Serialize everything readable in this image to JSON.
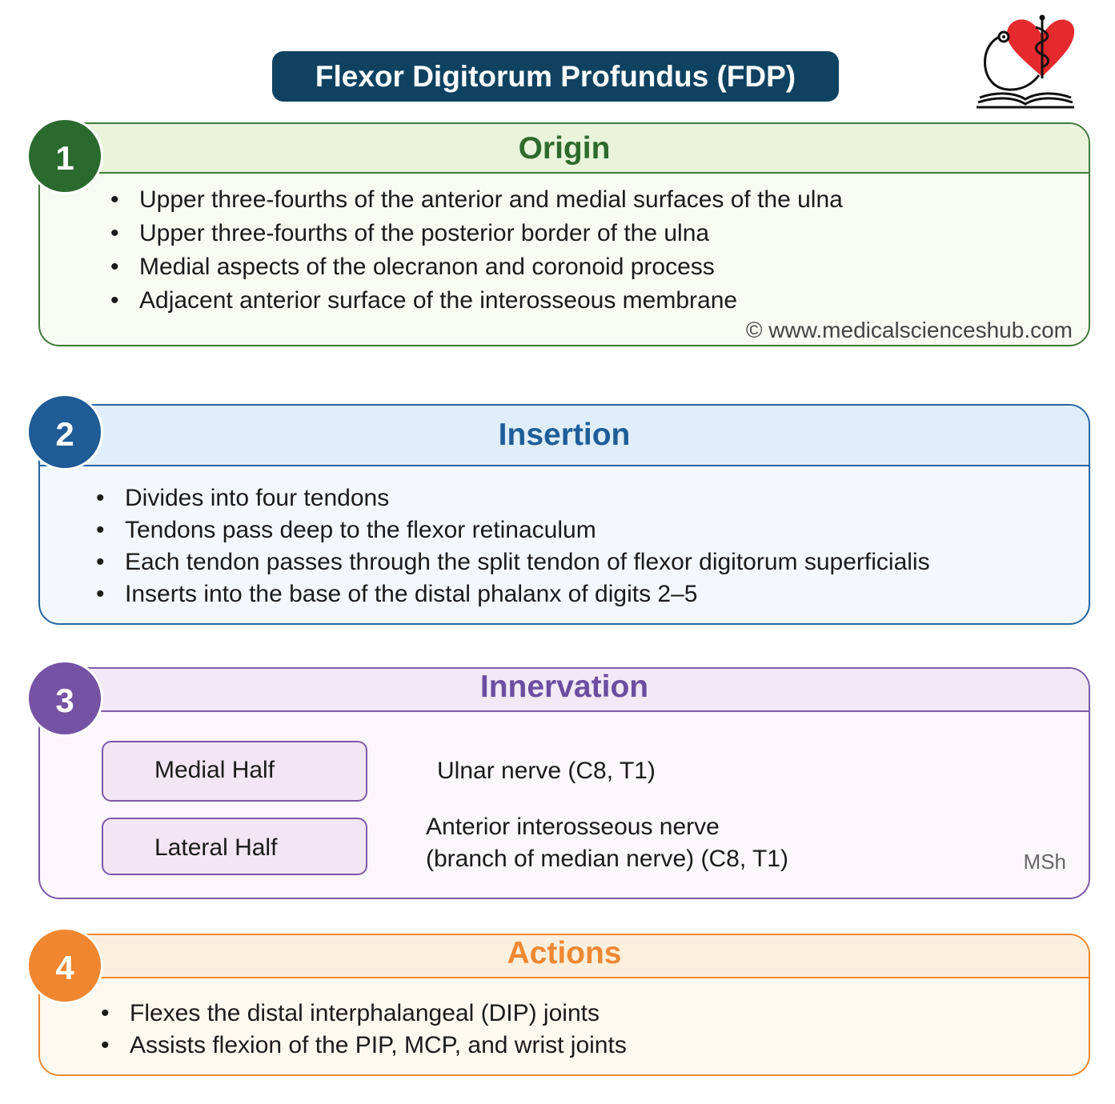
{
  "title": "Flexor Digitorum Profundus (FDP)",
  "logo_icon": "heart-caduceus-stethoscope-book-icon",
  "credit": "© www.medicalscienceshub.com",
  "watermark": "MSh",
  "colors": {
    "title_bg": "#0f4261",
    "origin": "#2e6a2e",
    "insertion": "#1f5d99",
    "innervation": "#6b4ea0",
    "actions": "#ee8832",
    "logo_heart": "#e52a2e"
  },
  "origin": {
    "number": "1",
    "heading": "Origin",
    "points": [
      "Upper three-fourths of the anterior and medial surfaces of the ulna",
      "Upper three-fourths of the posterior border of the ulna",
      "Medial aspects of the olecranon and coronoid process",
      "Adjacent anterior surface of the interosseous membrane"
    ]
  },
  "insertion": {
    "number": "2",
    "heading": "Insertion",
    "points": [
      "Divides into four tendons",
      "Tendons pass deep to the flexor retinaculum",
      "Each tendon passes through the split tendon of flexor digitorum superficialis",
      "Inserts into the base of the distal phalanx of digits 2–5"
    ]
  },
  "innervation": {
    "number": "3",
    "heading": "Innervation",
    "rows": [
      {
        "part": "Medial Half",
        "nerve_lines": [
          "Ulnar nerve (C8, T1)"
        ]
      },
      {
        "part": "Lateral Half",
        "nerve_lines": [
          "Anterior interosseous nerve",
          "(branch of median nerve) (C8, T1)"
        ]
      }
    ]
  },
  "actions": {
    "number": "4",
    "heading": "Actions",
    "points": [
      "Flexes the distal interphalangeal (DIP) joints",
      "Assists flexion of the PIP, MCP, and wrist joints"
    ]
  }
}
